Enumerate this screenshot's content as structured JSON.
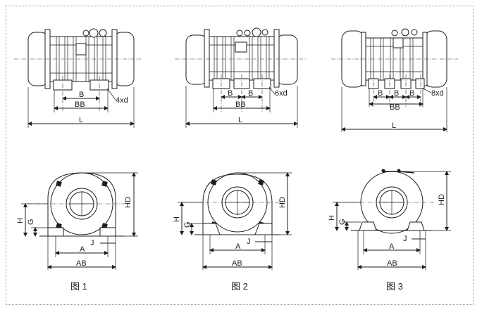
{
  "figures": [
    {
      "caption": "图 1",
      "top_view": {
        "dims": {
          "b": "B",
          "bb": "BB",
          "holes": "4xd",
          "length": "L"
        }
      },
      "end_view": {
        "dims": {
          "hd": "HD",
          "h": "H",
          "g": "G",
          "a": "A",
          "j": "J",
          "ab": "AB"
        }
      }
    },
    {
      "caption": "图 2",
      "top_view": {
        "dims": {
          "b": "B",
          "bb": "BB",
          "holes": "6xd",
          "length": "L"
        }
      },
      "end_view": {
        "dims": {
          "hd": "HD",
          "h": "H",
          "g": "G",
          "a": "A",
          "j": "J",
          "ab": "AB"
        }
      }
    },
    {
      "caption": "图 3",
      "top_view": {
        "dims": {
          "b": "B",
          "bb": "BB",
          "holes": "8xd",
          "length": "L"
        }
      },
      "end_view": {
        "dims": {
          "hd": "HD",
          "h": "H",
          "g": "G",
          "a": "A",
          "j": "J",
          "ab": "AB"
        }
      }
    }
  ],
  "style": {
    "line_color": "#1e1e1e",
    "frame_color": "#9a9a9a",
    "background": "#ffffff"
  }
}
